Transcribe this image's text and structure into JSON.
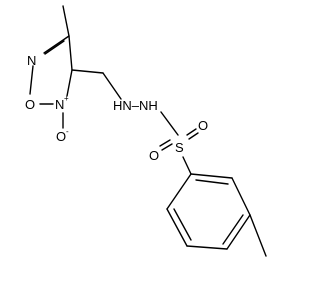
{
  "molecule": {
    "atoms": {
      "ring_n": "N",
      "ring_o": "O",
      "n_oxide": "N",
      "n_oxide_charge": "+",
      "oxide_o": "O",
      "oxide_o_charge": "-",
      "hydrazine": "HN–NH",
      "sulfur": "S",
      "sulfonyl_o_left": "O",
      "sulfonyl_o_right": "O"
    }
  }
}
